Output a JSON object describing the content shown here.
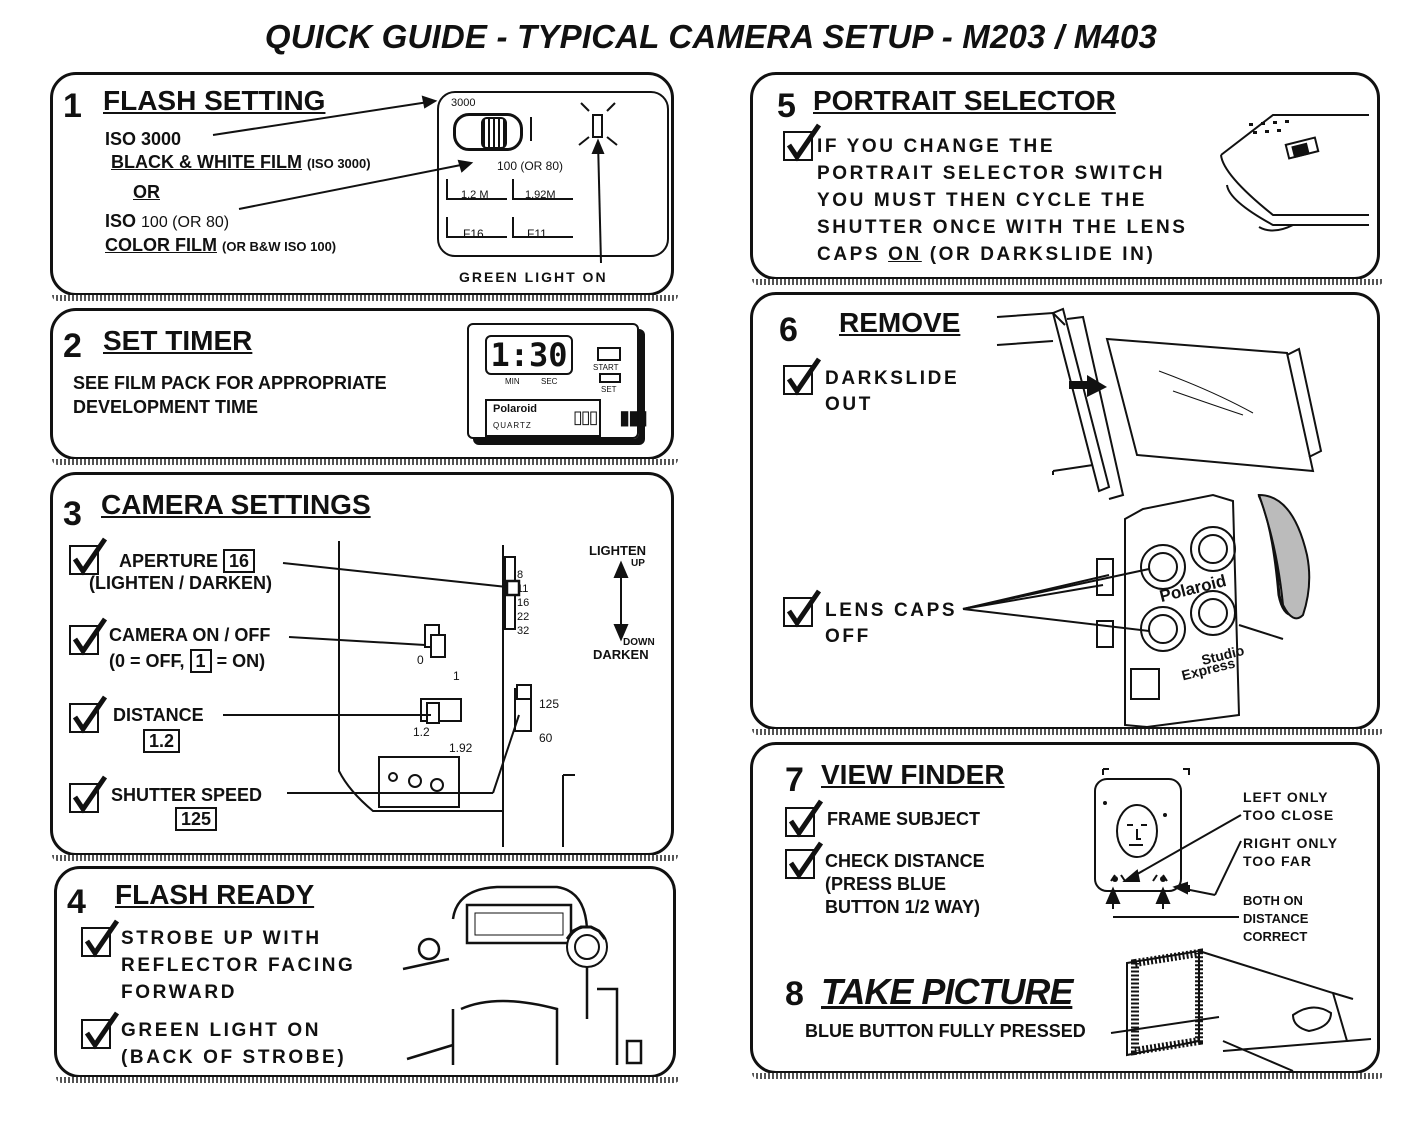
{
  "title": "QUICK GUIDE - TYPICAL CAMERA SETUP - M203 / M403",
  "s1": {
    "num": "1",
    "heading": "FLASH SETTING",
    "iso3000": "ISO 3000",
    "bw_film": "BLACK & WHITE FILM",
    "bw_iso": "(ISO 3000)",
    "or": "OR",
    "iso100_a": "ISO",
    "iso100_b": "100 (OR 80)",
    "color_film": "COLOR FILM",
    "color_note": "(OR B&W ISO 100)",
    "dial_3000": "3000",
    "dial_100": "100 (OR 80)",
    "dist1": "1.2 M",
    "dist2": "1.92M",
    "f1": "F16",
    "f2": "F11",
    "green_light": "GREEN  LIGHT  ON"
  },
  "s2": {
    "num": "2",
    "heading": "SET TIMER",
    "line1": "SEE FILM PACK FOR APPROPRIATE",
    "line2": "DEVELOPMENT TIME",
    "lcd": "1:30",
    "min": "MIN",
    "sec": "SEC",
    "start": "START",
    "set": "SET",
    "brand": "Polaroid",
    "quartz": "QUARTZ"
  },
  "s3": {
    "num": "3",
    "heading": "CAMERA SETTINGS",
    "aperture": "APERTURE",
    "aperture_val": "16",
    "aperture_note": "(LIGHTEN / DARKEN)",
    "onoff": "CAMERA ON / OFF",
    "onoff_a": "(0 = OFF,",
    "onoff_val": "1",
    "onoff_b": "= ON)",
    "distance": "DISTANCE",
    "distance_val": "1.2",
    "shutter": "SHUTTER  SPEED",
    "shutter_val": "125",
    "lighten": "LIGHTEN",
    "up": "UP",
    "down": "DOWN",
    "darken": "DARKEN",
    "scale": [
      "8",
      "11",
      "16",
      "22",
      "32"
    ],
    "sw0": "0",
    "sw1": "1",
    "d1": "1.2",
    "d2": "1.92",
    "s125": "125",
    "s60": "60"
  },
  "s4": {
    "num": "4",
    "heading": "FLASH READY",
    "c1": [
      "STROBE  UP  WITH",
      "REFLECTOR  FACING",
      "FORWARD"
    ],
    "c2": [
      "GREEN  LIGHT  ON",
      "(BACK  OF  STROBE)"
    ]
  },
  "s5": {
    "num": "5",
    "heading": "PORTRAIT SELECTOR",
    "l1": "IF  YOU  CHANGE  THE",
    "l2": "PORTRAIT  SELECTOR  SWITCH",
    "l3": "YOU  MUST  THEN  CYCLE  THE",
    "l4": "SHUTTER  ONCE  WITH  THE  LENS",
    "l5a": "CAPS",
    "l5b": "ON",
    "l5c": "(OR  DARKSLIDE  IN)"
  },
  "s6": {
    "num": "6",
    "heading": "REMOVE",
    "c1": [
      "DARKSLIDE",
      "OUT"
    ],
    "c2": [
      "LENS   CAPS",
      "OFF"
    ],
    "brand": "Polaroid",
    "studio": "Studio",
    "express": "Express"
  },
  "s7": {
    "num": "7",
    "heading": "VIEW FINDER",
    "c1": "FRAME SUBJECT",
    "c2": [
      "CHECK DISTANCE",
      "(PRESS BLUE",
      "BUTTON 1/2 WAY)"
    ],
    "n1": [
      "LEFT ONLY",
      "TOO CLOSE"
    ],
    "n2": [
      "RIGHT ONLY",
      "TOO FAR"
    ],
    "n3": [
      "BOTH ON",
      "DISTANCE",
      "CORRECT"
    ]
  },
  "s8": {
    "num": "8",
    "heading": "TAKE PICTURE",
    "line": "BLUE BUTTON FULLY PRESSED"
  }
}
